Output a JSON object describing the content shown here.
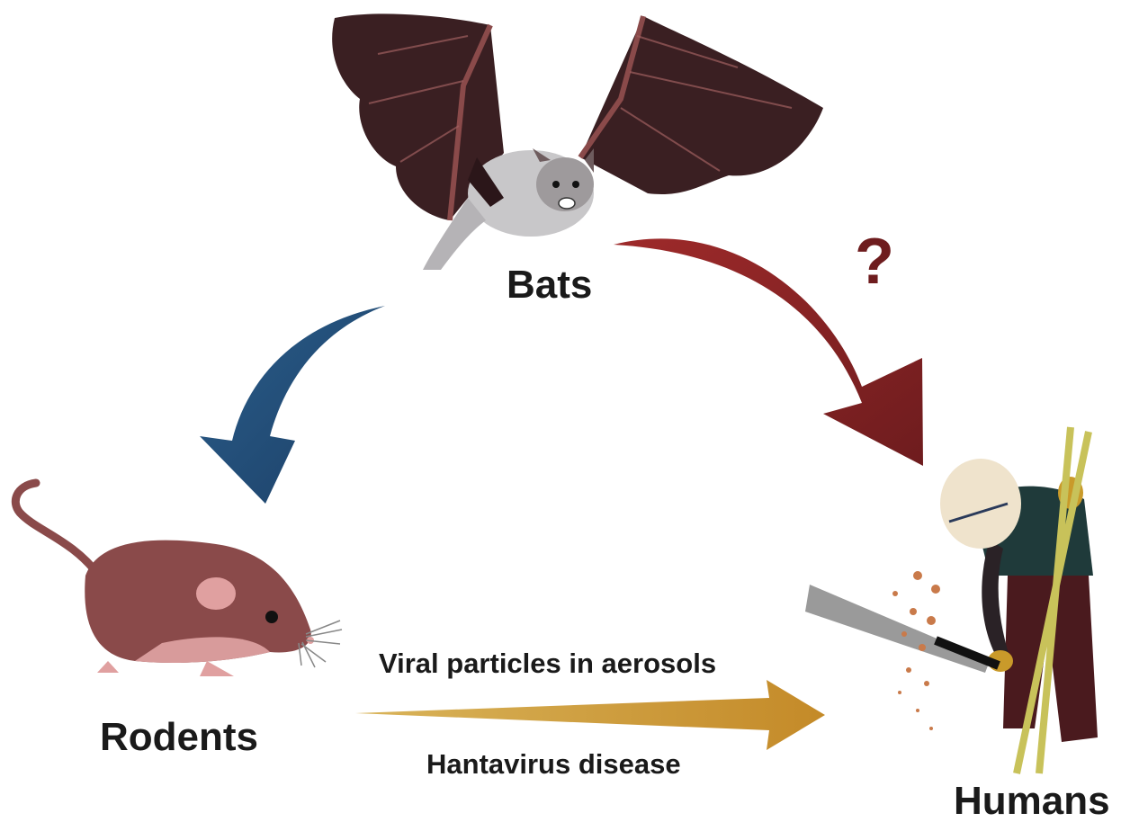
{
  "nodes": {
    "bats": "Bats",
    "rodents": "Rodents",
    "humans": "Humans"
  },
  "arrows": {
    "bats_to_humans_marker": "?",
    "rodents_to_humans_top": "Viral particles in aerosols",
    "rodents_to_humans_bottom": "Hantavirus disease"
  },
  "colors": {
    "bats_to_rodents_arrow": "#1f4e79",
    "bats_to_humans_arrow": "#8b1e22",
    "rodents_to_humans_arrow": "#c9972f",
    "bat_wing": "#3a1f22",
    "bat_body": "#c8c7c9",
    "rodent_fur": "#8a4a4a",
    "text": "#1a1a1a"
  },
  "icons": [
    "bat-illustration",
    "rodent-illustration",
    "human-farmer-illustration"
  ]
}
